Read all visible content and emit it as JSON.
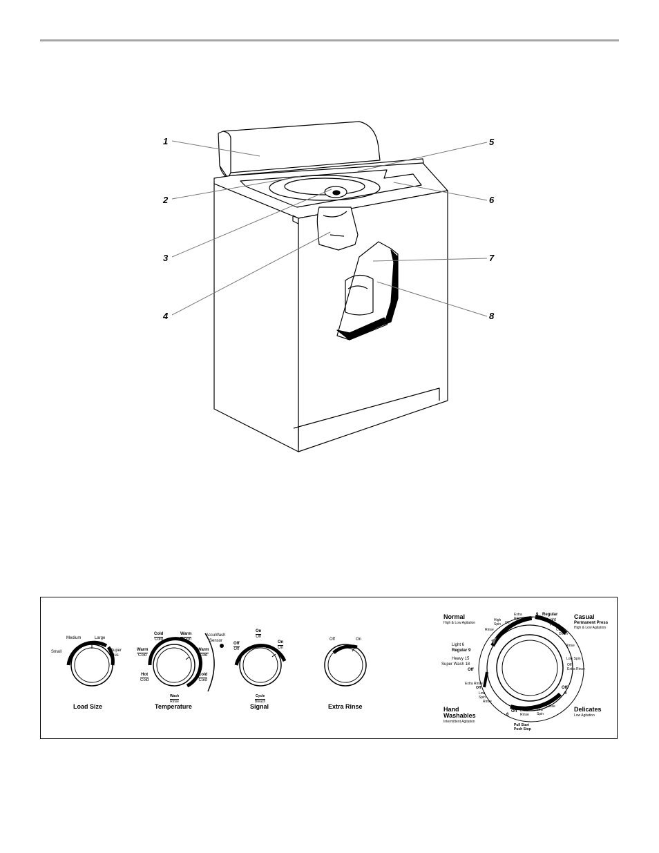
{
  "callouts": [
    "1",
    "2",
    "3",
    "4",
    "5",
    "6",
    "7",
    "8"
  ],
  "controls": {
    "load_size": {
      "name": "Load Size",
      "small": "Small",
      "medium": "Medium",
      "large": "Large",
      "super": "Super",
      "plus": "Plus"
    },
    "temperature": {
      "name": "Temperature",
      "cold_cold_top_a": "Cold",
      "cold_cold_top_b": "Cold",
      "warm_warm_a": "Warm",
      "warm_warm_b": "Warm",
      "warm_cold_left_a": "Warm",
      "warm_cold_left_b": "Cold",
      "warm_cold_right_a": "Warm",
      "warm_cold_right_b": "Cold",
      "hot_cold_a": "Hot",
      "hot_cold_b": "Cold",
      "cold_cold_right_a": "Cold",
      "cold_cold_right_b": "Cold",
      "wash_rinse_a": "Wash",
      "wash_rinse_b": "Rinse",
      "accuwash": "AccuWash",
      "sensor": "Sensor"
    },
    "signal": {
      "name": "Signal",
      "on_on_a": "On",
      "on_off_b": "Off",
      "off_off_a": "Off",
      "off_off_b": "Off",
      "on_right_a": "On",
      "on_right_b": "On",
      "cycle_a": "Cycle",
      "bleach_b": "Bleach"
    },
    "extra_rinse": {
      "name": "Extra Rinse",
      "off": "Off",
      "on": "On"
    },
    "cycle_dial": {
      "normal": "Normal",
      "normal_sub": "High & Low Agitation",
      "casual": "Casual",
      "permanent_press": "Permanent Press",
      "casual_sub": "High & Low Agitation",
      "hand": "Hand",
      "washables": "Washables",
      "hand_sub": "Intermittent Agitation",
      "delicates": "Delicates",
      "delicates_sub": "Low Agitation",
      "high_spin": "High Spin",
      "off_top": "Off",
      "extra_rinse_top_a": "Extra",
      "extra_rinse_top_b": "Rinse",
      "rinse_left": "Rinse",
      "light_6": "Light  6",
      "regular_9": "Regular  9",
      "heavy_15": "Heavy  15",
      "super_wash_18": "Super Wash  18",
      "off_left": "Off",
      "off_9": "Off",
      "nine": "9",
      "regular": "Regular",
      "six_light": "6  Light",
      "pause": "Pause",
      "cool_down_a": "Cool",
      "cool_down_b": "Down",
      "rinse_right": "Rinse",
      "low_spin_right": "Low Spin",
      "off_extra_rinse_a": "Off",
      "off_extra_rinse_b": "Extra Rinse",
      "off_6_right": "Off",
      "six_right": "6",
      "rinse_bottom_right": "Rinse",
      "low_spin_bottom_a": "Low",
      "low_spin_bottom_b": "Spin",
      "extra_rinse_bottom_a": "Extra",
      "extra_rinse_bottom_b": "Rinse",
      "off_bottom": "Off",
      "six_bottom": "6",
      "extra_rinse_left_a": "Extra Rinse",
      "extra_rinse_left_b": "Off",
      "low_spin_left_a": "Low",
      "low_spin_left_b": "Spin",
      "rinse_left_bottom": "Rinse",
      "pull_start": "Pull Start",
      "push_stop": "Push Stop"
    }
  }
}
